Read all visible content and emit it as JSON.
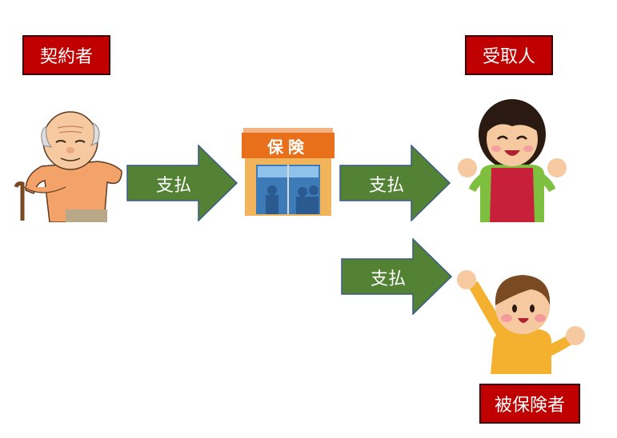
{
  "labels": {
    "contractor": "契約者",
    "recipient": "受取人",
    "insured": "被保険者"
  },
  "arrows": {
    "contractor_to_insurer": "支払",
    "insurer_to_recipient": "支払",
    "insurer_to_insured": "支払"
  },
  "insurer": {
    "sign": "保険"
  },
  "colors": {
    "label_fill": "#c00000",
    "arrow_fill": "#548235",
    "shop_sign": "#e8701a"
  }
}
